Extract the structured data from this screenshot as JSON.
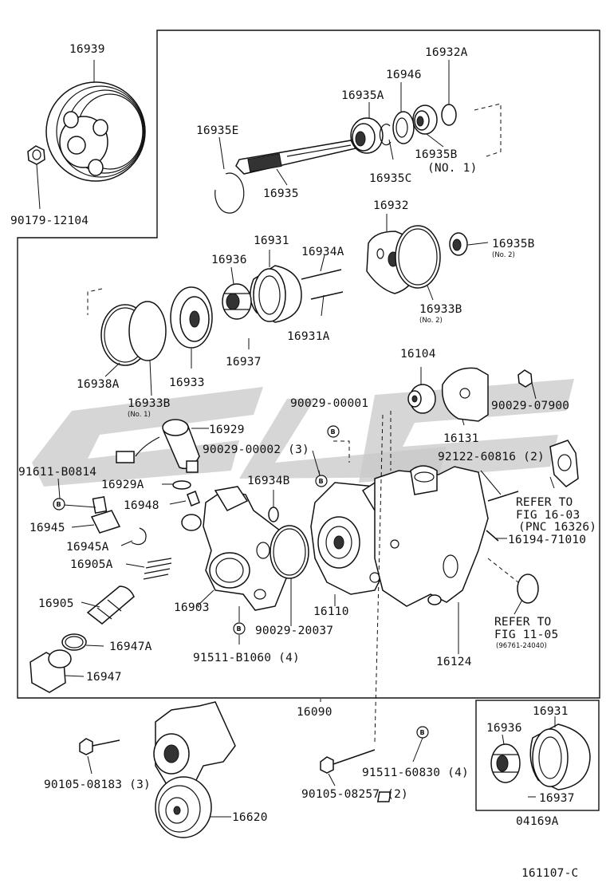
{
  "diagram_id": "161107-C",
  "labels": {
    "p16939": "16939",
    "p90179_12104": "90179-12104",
    "p16935E": "16935E",
    "p16935": "16935",
    "p16935A": "16935A",
    "p16946": "16946",
    "p16932A": "16932A",
    "p16935C": "16935C",
    "p16935B_no1": "16935B",
    "no1_paren": "(NO. 1)",
    "p16932": "16932",
    "p16931": "16931",
    "p16934A": "16934A",
    "p16936": "16936",
    "p16935B_no2": "16935B",
    "no2_small_a": "(No. 2)",
    "p16933B_no2": "16933B",
    "no2_small_b": "(No. 2)",
    "p16931A": "16931A",
    "p16937": "16937",
    "p16938A": "16938A",
    "p16933": "16933",
    "p16933B_no1": "16933B",
    "no1_small": "(No. 1)",
    "p16104": "16104",
    "p90029_00001": "90029-00001",
    "p90029_07900": "90029-07900",
    "p16929": "16929",
    "p90029_00002": "90029-00002 (3)",
    "p16131": "16131",
    "p92122_60816": "92122-60816 (2)",
    "p91611_B0814": "91611-B0814",
    "p16929A": "16929A",
    "p16934B": "16934B",
    "p16948": "16948",
    "refer_1": "REFER TO",
    "fig_1": "FIG 16-03",
    "pnc_1": "(PNC 16326)",
    "p16945": "16945",
    "p16194_71010": "16194-71010",
    "p16945A": "16945A",
    "p16905A": "16905A",
    "p16905": "16905",
    "p16903": "16903",
    "p16110": "16110",
    "refer_2": "REFER TO",
    "fig_2": "FIG 11-05",
    "pnc_2": "(96761-24040)",
    "p90029_20037": "90029-20037",
    "p16947A": "16947A",
    "p91511_B1060": "91511-B1060 (4)",
    "p16124": "16124",
    "p16947": "16947",
    "p16090": "16090",
    "p16931_kit": "16931",
    "p16936_kit": "16936",
    "p16937_kit": "16937",
    "p90105_08183": "90105-08183 (3)",
    "p91511_60830": "91511-60830 (4)",
    "p16620": "16620",
    "p90105_08257": "90105-08257 (2)",
    "p04169A": "04169A"
  },
  "bolt_marker": "B",
  "icons": [
    "pulley",
    "shaft",
    "bearing",
    "snap-ring",
    "cam-ring",
    "rotor",
    "side-plate",
    "pump-body",
    "bracket",
    "tensioner",
    "bolt",
    "nut",
    "o-ring",
    "spring",
    "valve"
  ]
}
